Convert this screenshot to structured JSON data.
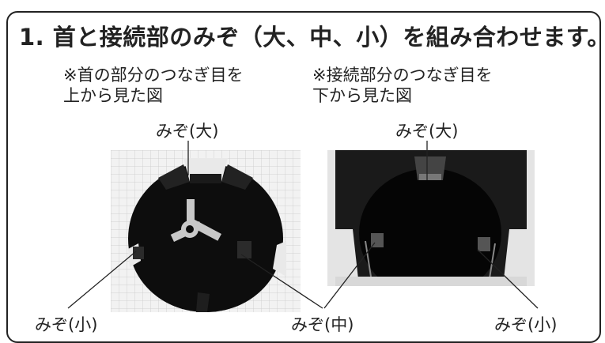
{
  "title": "1. 首と接続部のみぞ（大、中、小）を組み合わせます。",
  "left_panel": {
    "note": "※首の部分のつなぎ目を\n上から見た図",
    "label_top": "みぞ(大)",
    "label_bottom_left": "みぞ(小)"
  },
  "right_panel": {
    "note": "※接続部分のつなぎ目を\n下から見た図",
    "label_top": "みぞ(大)",
    "label_bottom_right": "みぞ(小)"
  },
  "shared_label": "みぞ(中)"
}
